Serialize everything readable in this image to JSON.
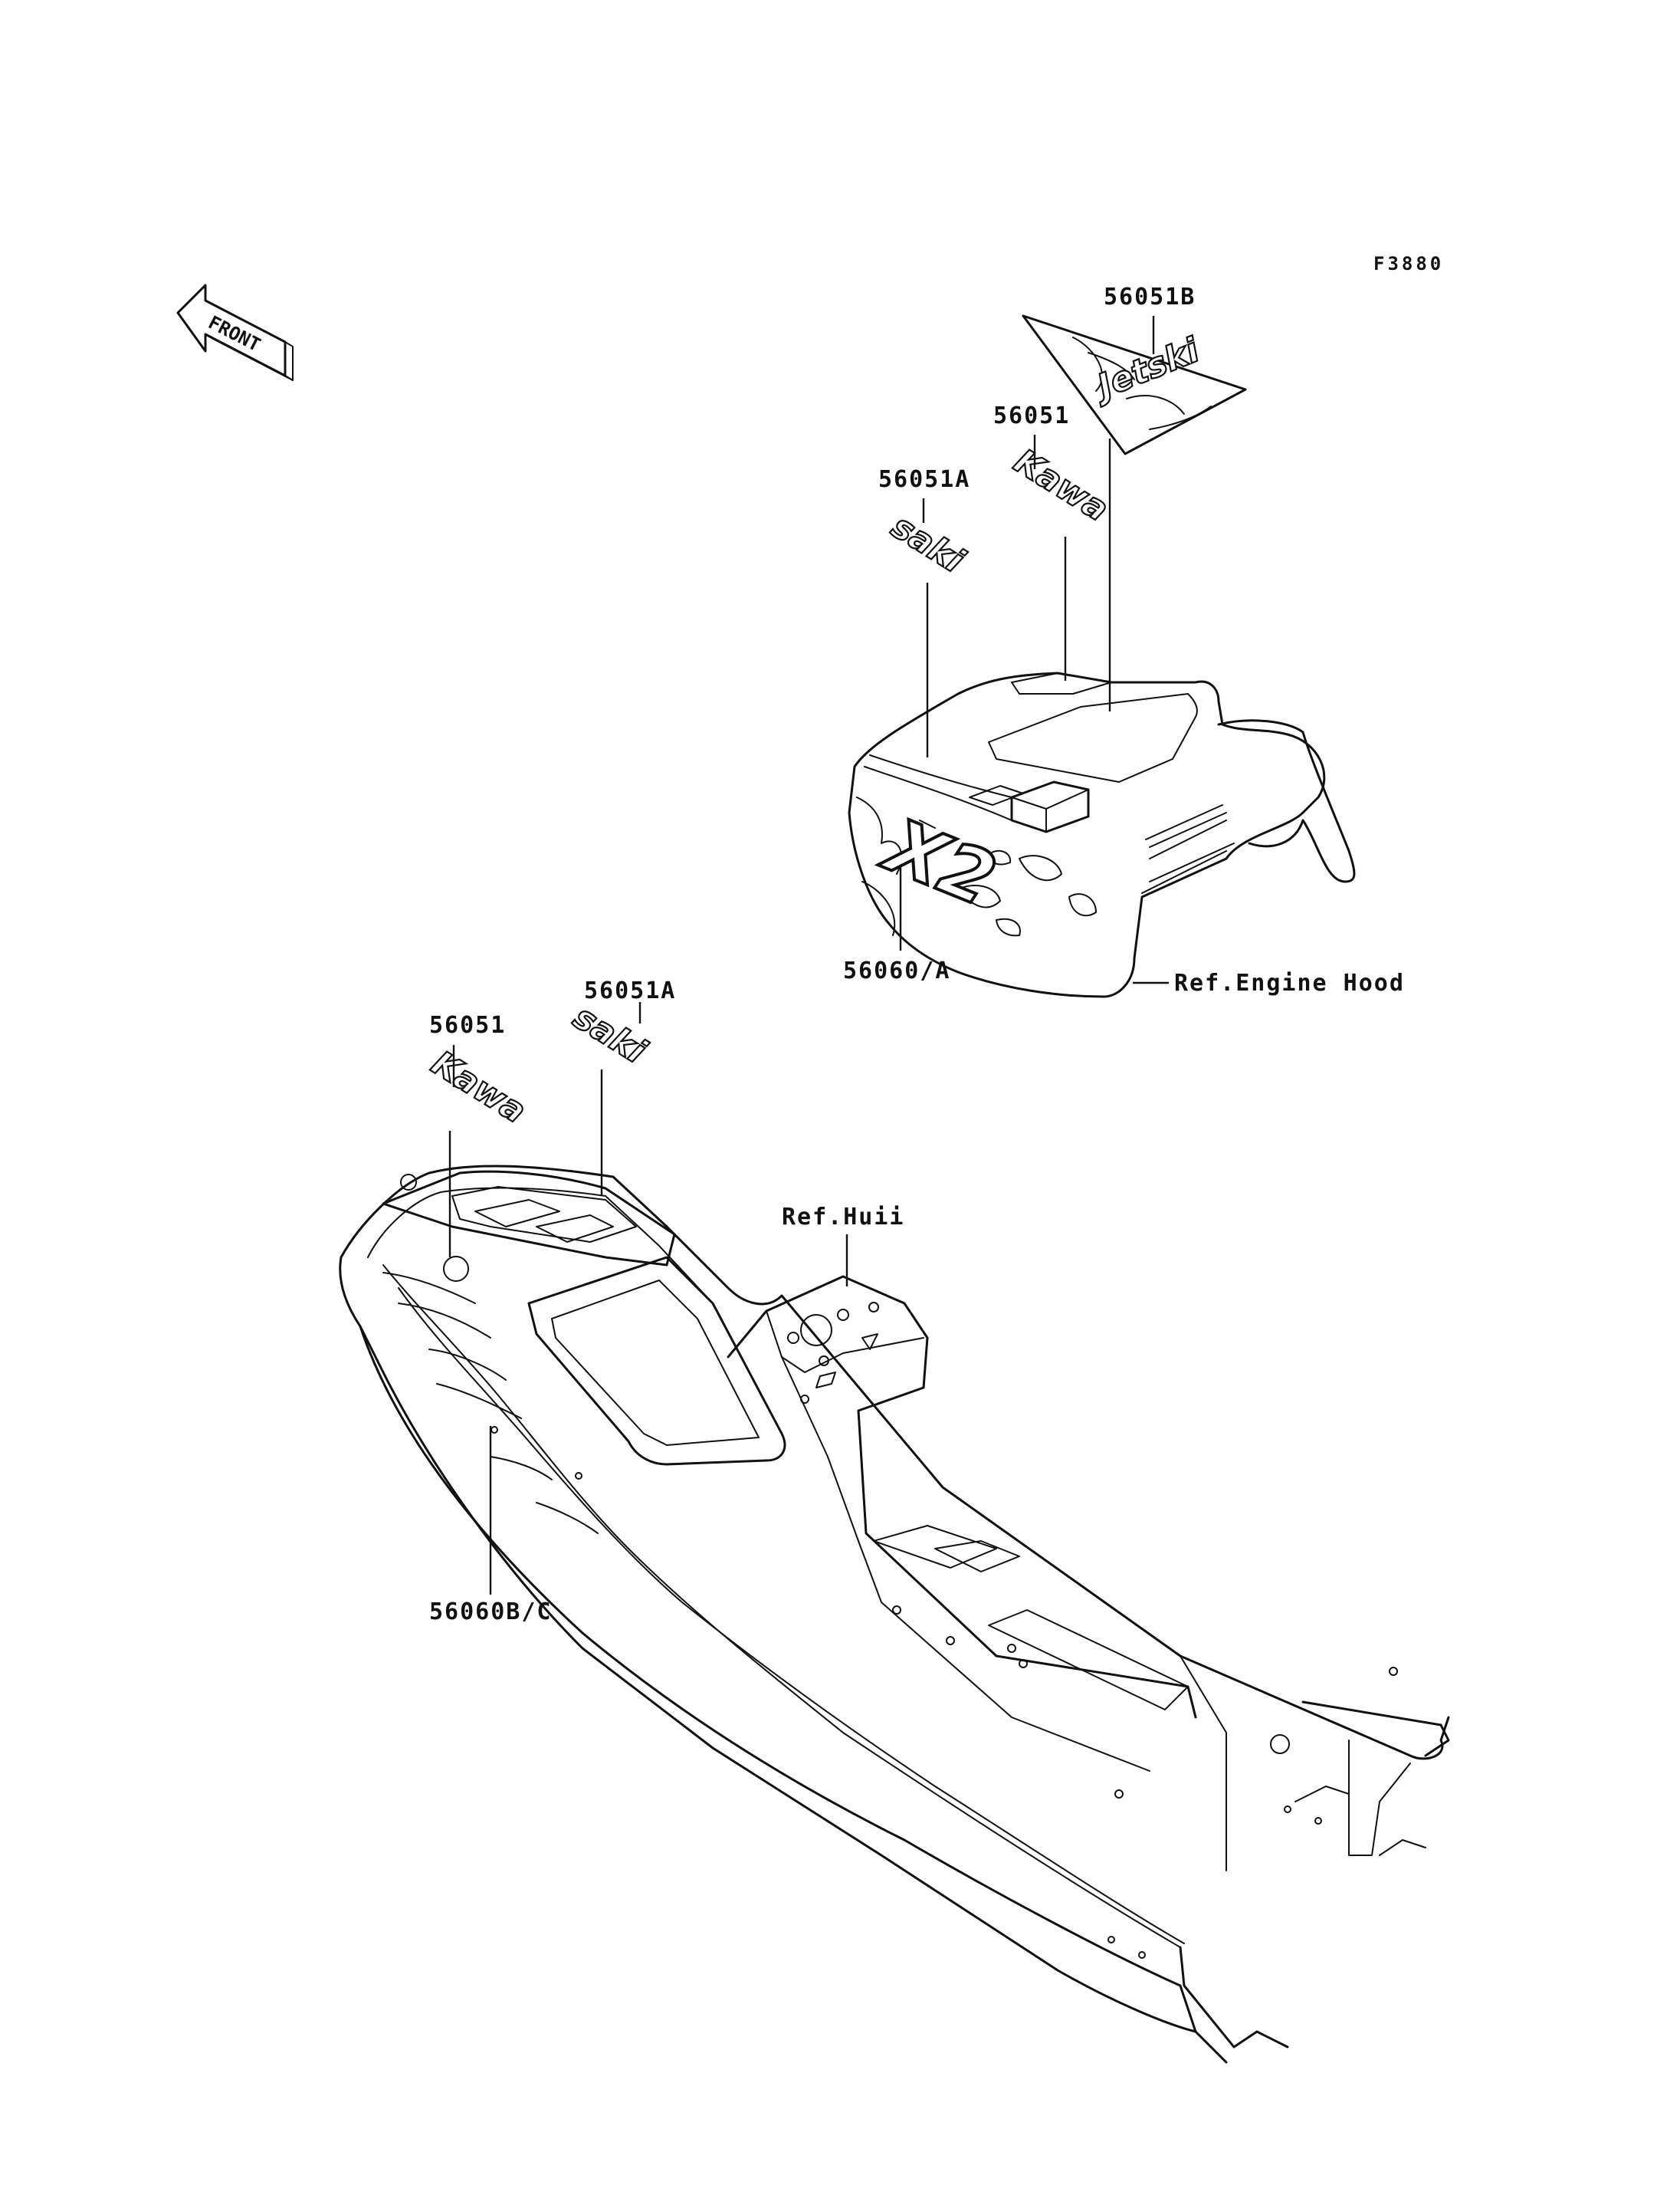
{
  "figure_code": "F3880",
  "front_arrow": {
    "label": "FRONT"
  },
  "callouts": [
    {
      "id": "hood-56051B",
      "text": "56051B"
    },
    {
      "id": "hood-56051",
      "text": "56051"
    },
    {
      "id": "hood-56051A",
      "text": "56051A"
    },
    {
      "id": "hood-56060A",
      "text": "56060/A"
    },
    {
      "id": "ref-engine-hood",
      "text": "Ref.Engine Hood"
    },
    {
      "id": "hull-56051A",
      "text": "56051A"
    },
    {
      "id": "hull-56051",
      "text": "56051"
    },
    {
      "id": "ref-hull",
      "text": "Ref.Huii"
    },
    {
      "id": "hull-56060BC",
      "text": "56060B/C"
    }
  ],
  "decals": {
    "kawa": "Kawa",
    "saki": "saki",
    "jetski": "Jetski",
    "x2": "X2"
  },
  "icons": {
    "front": "front-direction-arrow-icon"
  }
}
